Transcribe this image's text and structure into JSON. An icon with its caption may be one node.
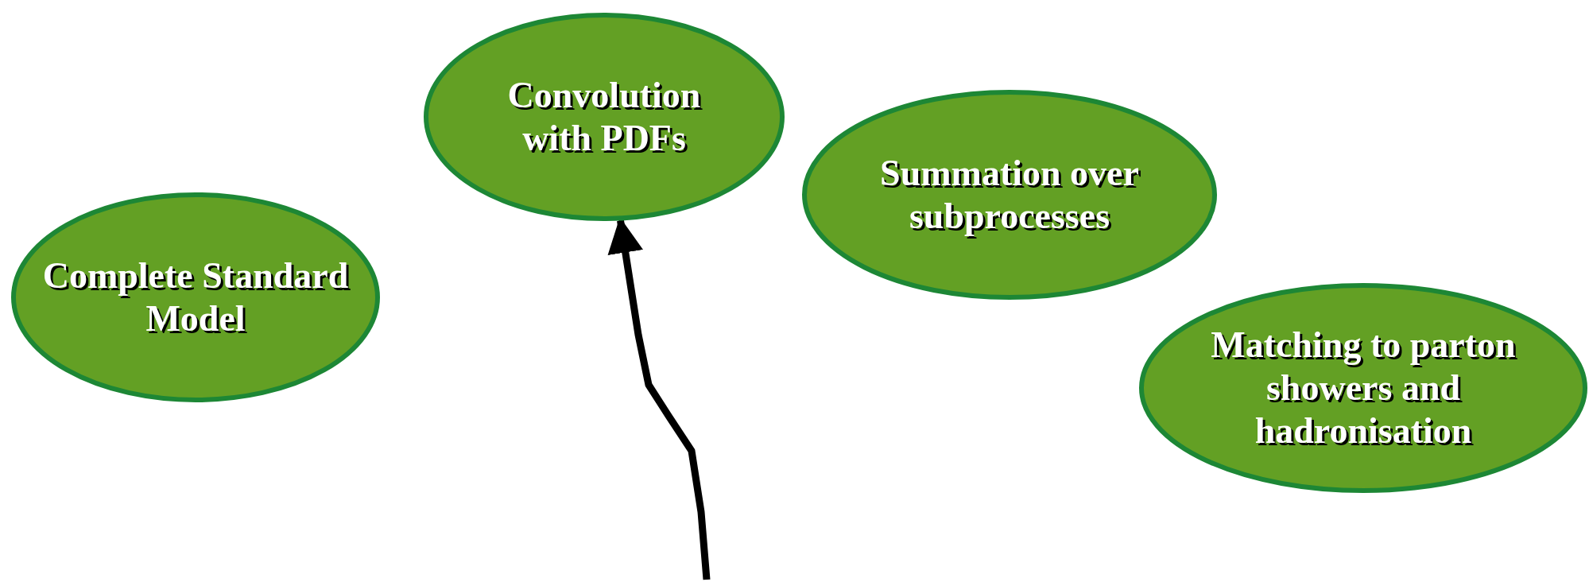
{
  "diagram": {
    "nodes": [
      {
        "text": [
          "Complete Standard Model"
        ]
      },
      {
        "text": [
          "Convolution with PDFs"
        ]
      },
      {
        "text": [
          "Summation over subprocesses"
        ]
      },
      {
        "text": [
          "Matching to parton showers and hadronisation"
        ]
      }
    ],
    "edges": [
      {
        "from": null,
        "to": 1,
        "arrow": "to"
      }
    ]
  }
}
